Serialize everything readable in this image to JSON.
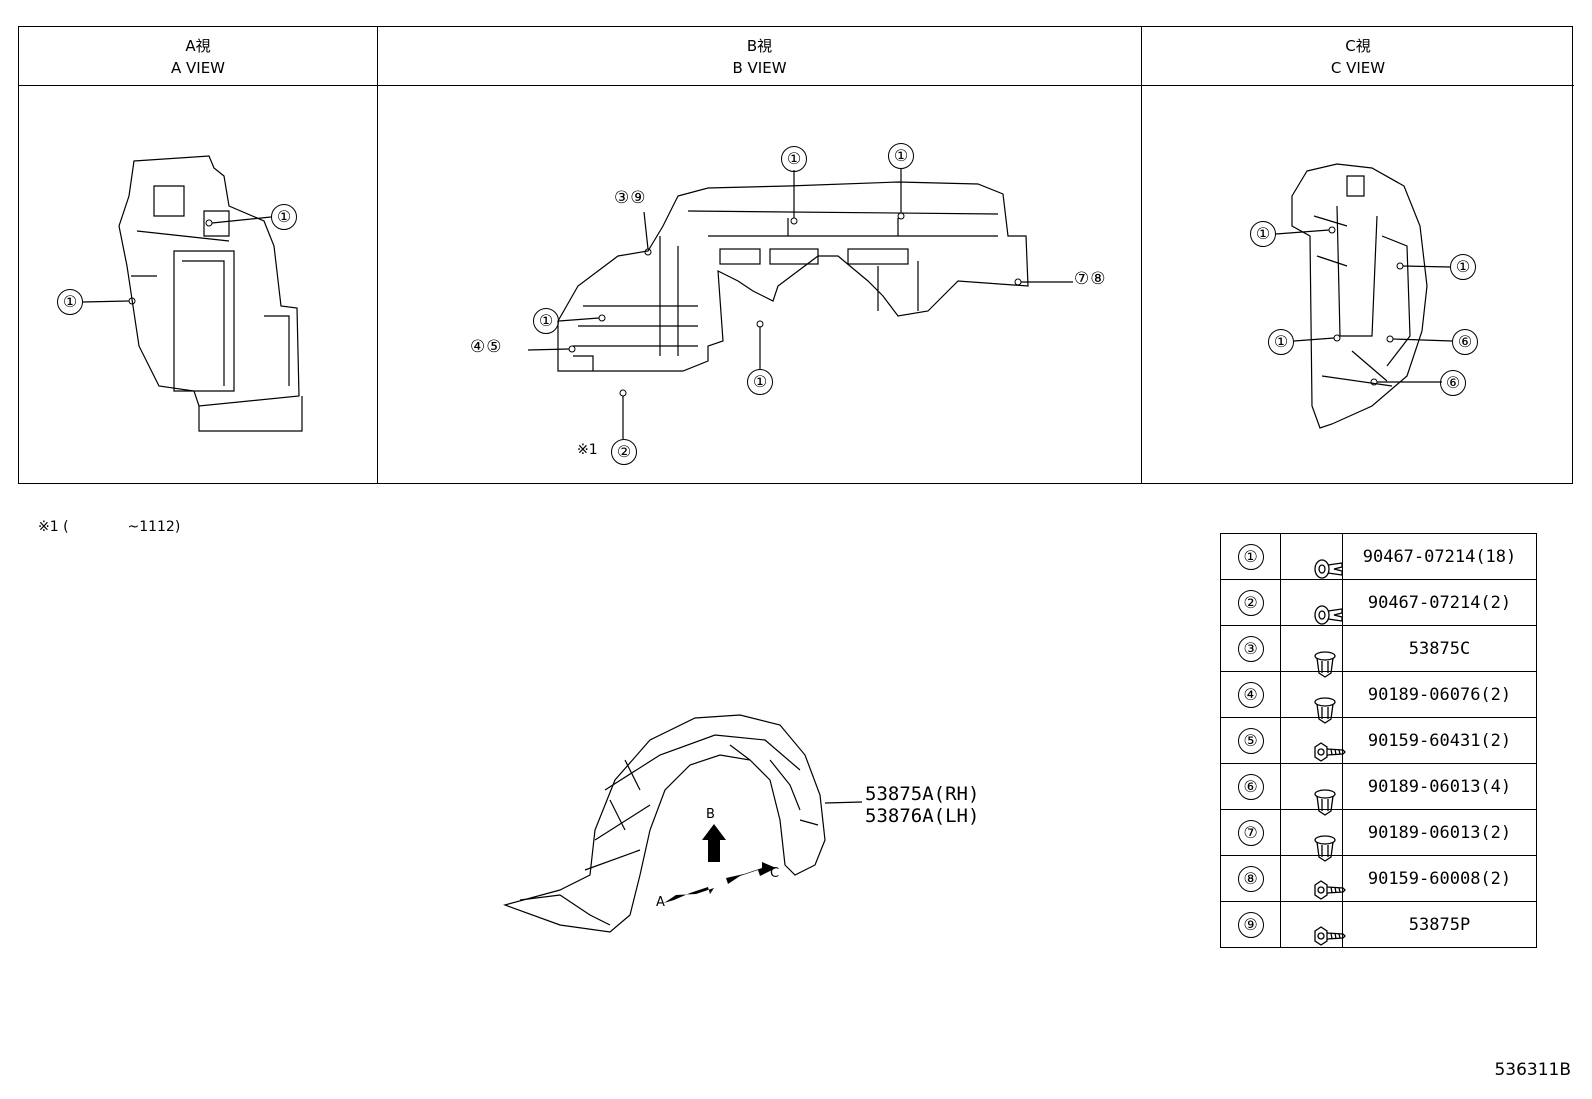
{
  "views": [
    {
      "title_jp": "A視",
      "title_en": "A VIEW"
    },
    {
      "title_jp": "B視",
      "title_en": "B VIEW"
    },
    {
      "title_jp": "C視",
      "title_en": "C VIEW"
    }
  ],
  "callouts": {
    "a": [
      "①",
      "①"
    ],
    "b": [
      "①",
      "①",
      "③⑨",
      "①",
      "⑦⑧",
      "④⑤",
      "①",
      "※1",
      "②"
    ],
    "c": [
      "①",
      "①",
      "①",
      "⑥",
      "⑥"
    ]
  },
  "note": {
    "mark": "※1 (",
    "value": "~1112)"
  },
  "main_part": {
    "rh": "53875A(RH)",
    "lh": "53876A(LH)",
    "arrow_a": "A",
    "arrow_b": "B",
    "arrow_c": "C"
  },
  "parts": [
    {
      "num": "①",
      "icon": "clip-icon",
      "part_no": "90467-07214(18)"
    },
    {
      "num": "②",
      "icon": "clip-icon",
      "part_no": "90467-07214(2)"
    },
    {
      "num": "③",
      "icon": "grommet-icon",
      "part_no": "53875C"
    },
    {
      "num": "④",
      "icon": "grommet-icon",
      "part_no": "90189-06076(2)"
    },
    {
      "num": "⑤",
      "icon": "screw-icon",
      "part_no": "90159-60431(2)"
    },
    {
      "num": "⑥",
      "icon": "grommet-icon",
      "part_no": "90189-06013(4)"
    },
    {
      "num": "⑦",
      "icon": "grommet-icon",
      "part_no": "90189-06013(2)"
    },
    {
      "num": "⑧",
      "icon": "screw-icon",
      "part_no": "90159-60008(2)"
    },
    {
      "num": "⑨",
      "icon": "screw-icon",
      "part_no": "53875P"
    }
  ],
  "diagram_id": "536311B"
}
